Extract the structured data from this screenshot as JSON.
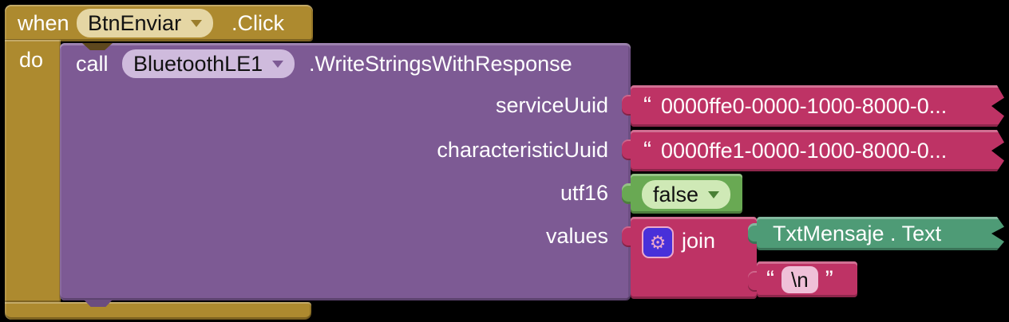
{
  "when_block": {
    "keyword": "when",
    "component": "BtnEnviar",
    "event": ".Click",
    "do_label": "do"
  },
  "call_block": {
    "keyword": "call",
    "component": "BluetoothLE1",
    "method": ".WriteStringsWithResponse",
    "params": {
      "p1": "serviceUuid",
      "p2": "characteristicUuid",
      "p3": "utf16",
      "p4": "values"
    }
  },
  "args": {
    "serviceUuid": {
      "open_quote": "“",
      "text": "0000ffe0-0000-1000-8000-0..."
    },
    "characteristicUuid": {
      "open_quote": "“",
      "text": "0000ffe1-0000-1000-8000-0..."
    },
    "utf16": {
      "selected": "false"
    },
    "values": {
      "join_label": "join",
      "gear_glyph": "⚙"
    },
    "txtMensaje": {
      "label": "TxtMensaje . Text"
    },
    "newline": {
      "open_quote": "“",
      "text": "\\n",
      "close_quote": "”"
    }
  },
  "colors": {
    "event_gold": "#AD8A2F",
    "gold_dropdown": "#E5D6A4",
    "procedure_purple": "#7D5A94",
    "purple_dropdown": "#CFBBDD",
    "text_magenta": "#BE3365",
    "logic_green": "#69A953",
    "green_dropdown": "#CFE9B6",
    "getter_teal": "#4E9B76",
    "mutator_bg": "#4830D9",
    "mutator_fg": "#ECA9CB",
    "text_field_pink": "#EFC0D8",
    "background": "#000000"
  }
}
